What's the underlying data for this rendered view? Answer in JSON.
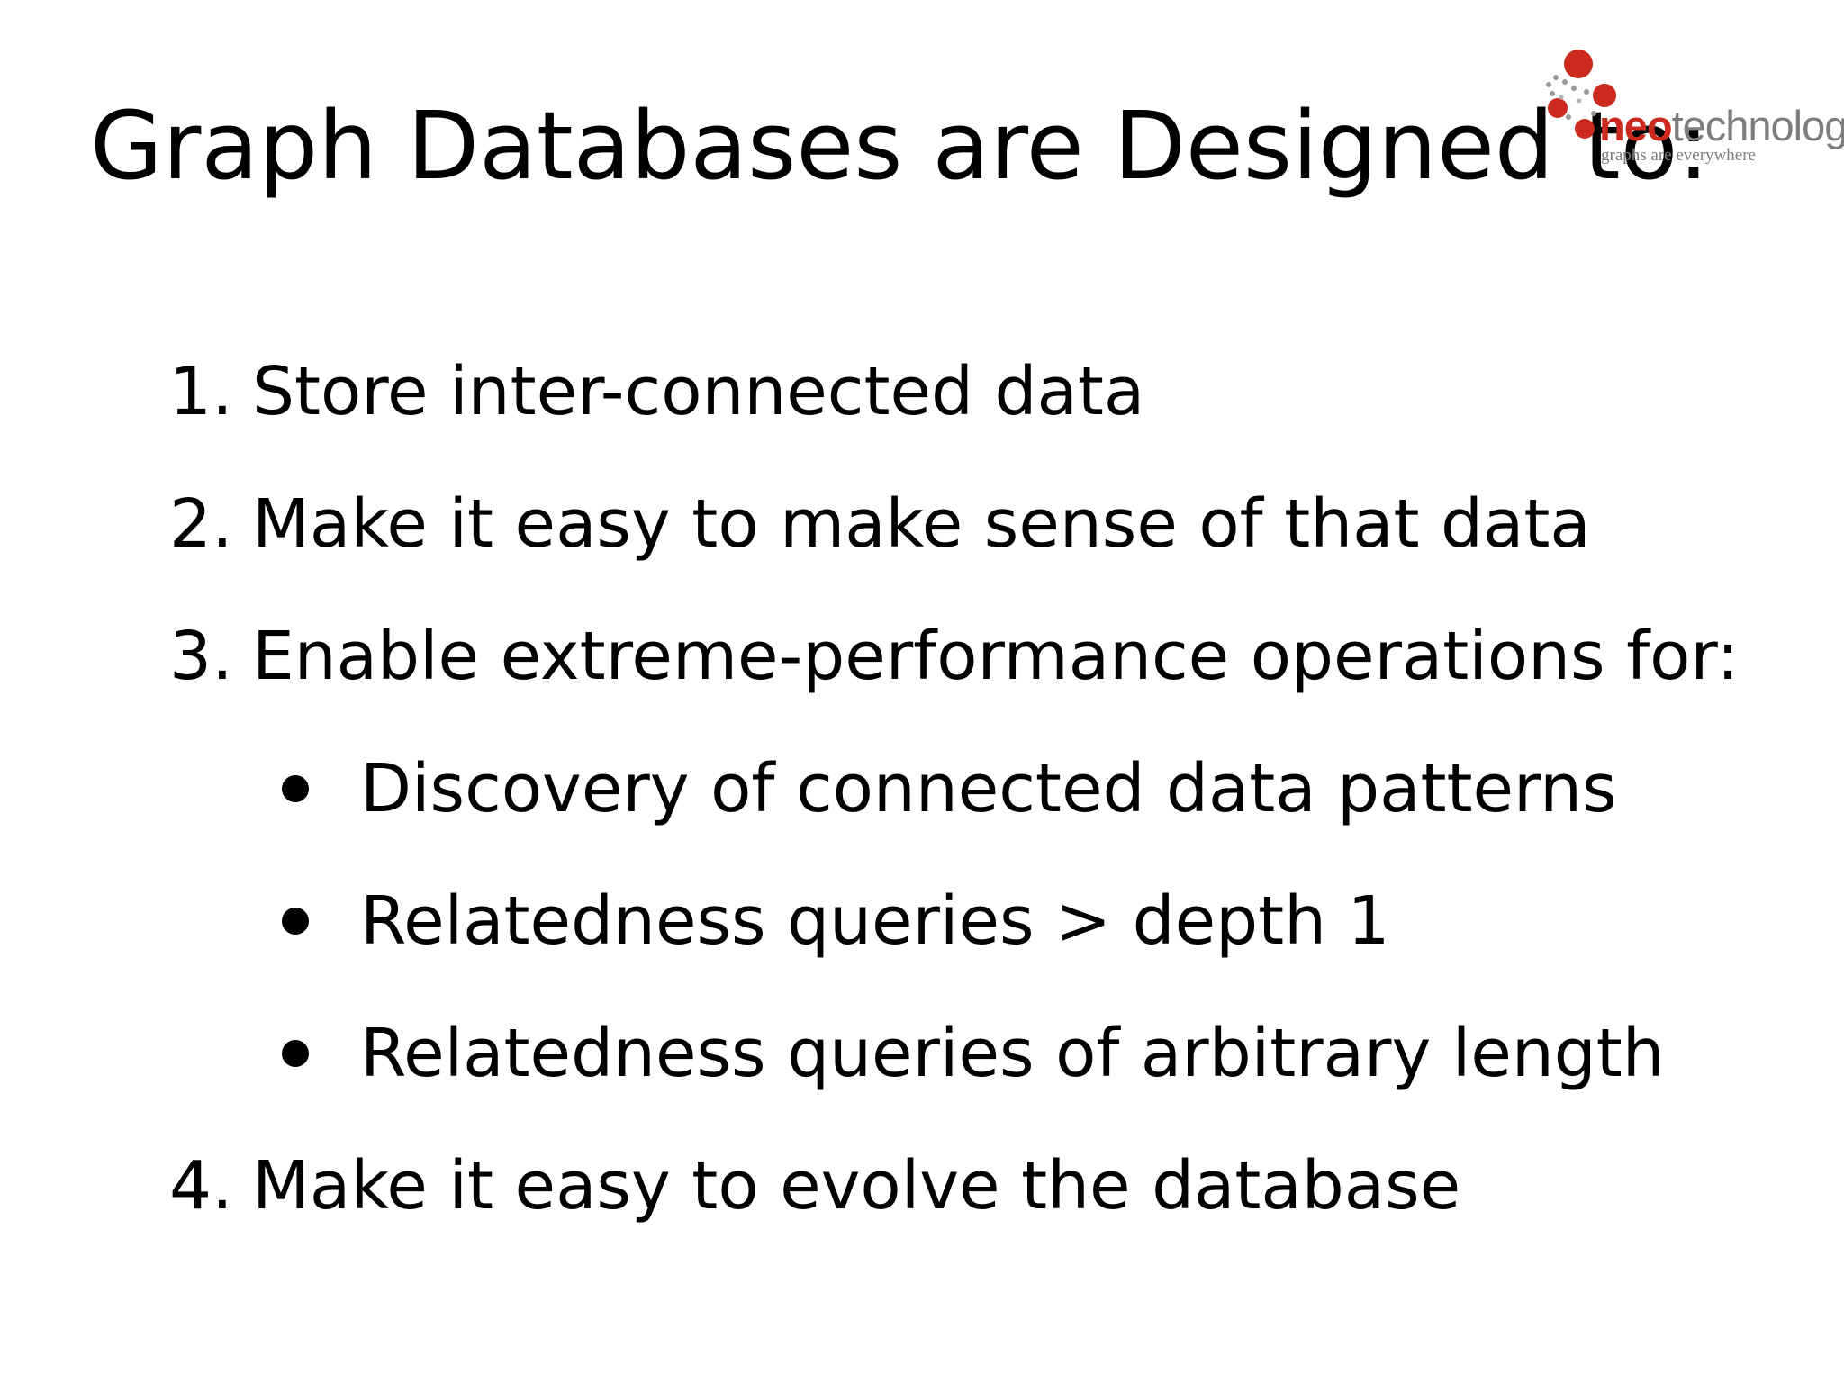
{
  "slide": {
    "title": "Graph Databases are Designed to:"
  },
  "logo": {
    "brand_primary": "neo",
    "brand_secondary": "technology",
    "tagline": "graphs are everywhere",
    "colors": {
      "red": "#cc2a1f",
      "gray": "#7d7d7d"
    }
  },
  "list": {
    "items": [
      {
        "number": "1.",
        "text": "Store inter-connected data"
      },
      {
        "number": "2.",
        "text": "Make it easy to make sense of that data"
      },
      {
        "number": "3.",
        "text": "Enable extreme-performance operations for:"
      },
      {
        "number": "4.",
        "text": "Make it easy to evolve the database"
      }
    ],
    "subitems": [
      {
        "text": "Discovery of connected data patterns"
      },
      {
        "text": "Relatedness queries > depth 1"
      },
      {
        "text": "Relatedness queries of arbitrary length"
      }
    ]
  }
}
